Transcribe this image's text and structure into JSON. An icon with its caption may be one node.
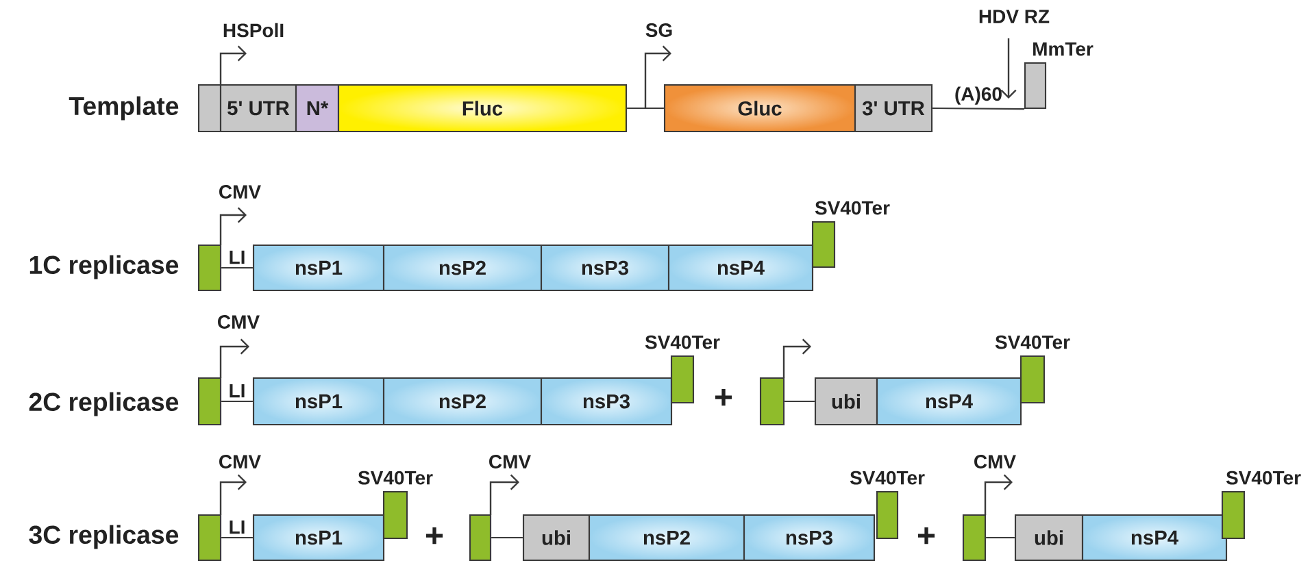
{
  "diagram": {
    "nodes": [
      {
        "text": [],
        "shape": "box"
      },
      {
        "text": [
          "5' UTR"
        ]
      },
      {
        "text": [
          "N*"
        ]
      },
      {
        "text": [
          "Fluc"
        ]
      },
      {
        "text": [
          "Gluc"
        ]
      },
      {
        "text": [
          "3' UTR"
        ]
      },
      {
        "text": [
          "MmTer"
        ]
      },
      {
        "text": [],
        "shape": "box"
      },
      {
        "text": [
          "nsP1"
        ]
      },
      {
        "text": [
          "nsP2"
        ]
      },
      {
        "text": [
          "nsP3"
        ]
      },
      {
        "text": [
          "nsP4"
        ]
      },
      {
        "text": [
          "SV40Ter"
        ]
      },
      {
        "text": [],
        "shape": "box"
      },
      {
        "text": [
          "nsP1"
        ]
      },
      {
        "text": [
          "nsP2"
        ]
      },
      {
        "text": [
          "nsP3"
        ]
      },
      {
        "text": [
          "SV40Ter"
        ]
      },
      {
        "text": [],
        "shape": "box"
      },
      {
        "text": [
          "ubi"
        ]
      },
      {
        "text": [
          "nsP4"
        ]
      },
      {
        "text": [
          "SV40Ter"
        ]
      },
      {
        "text": [],
        "shape": "box"
      },
      {
        "text": [
          "nsP1"
        ]
      },
      {
        "text": [
          "SV40Ter"
        ]
      },
      {
        "text": [],
        "shape": "box"
      },
      {
        "text": [
          "ubi"
        ]
      },
      {
        "text": [
          "nsP2"
        ]
      },
      {
        "text": [
          "nsP3"
        ]
      },
      {
        "text": [
          "SV40Ter"
        ]
      },
      {
        "text": [],
        "shape": "box"
      },
      {
        "text": [
          "ubi"
        ]
      },
      {
        "text": [
          "nsP4"
        ]
      },
      {
        "text": [
          "SV40Ter"
        ]
      }
    ],
    "edges": [
      {
        "from": 3,
        "to": 4,
        "arrow": "none"
      },
      {
        "from": 5,
        "to": 6,
        "arrow": "none",
        "label": "(A)60"
      },
      {
        "from": 7,
        "to": 8,
        "arrow": "none",
        "label": "LI"
      },
      {
        "from": 13,
        "to": 14,
        "arrow": "none",
        "label": "LI"
      },
      {
        "from": 18,
        "to": 19,
        "arrow": "none"
      },
      {
        "from": 22,
        "to": 23,
        "arrow": "none",
        "label": "LI"
      },
      {
        "from": 25,
        "to": 26,
        "arrow": "none"
      },
      {
        "from": 30,
        "to": 31,
        "arrow": "none"
      }
    ],
    "labels": [
      "HSPolI",
      "SG",
      "HDV RZ",
      "Template",
      "CMV",
      "1C replicase",
      "CMV",
      "2C replicase",
      "+",
      "CMV",
      "3C replicase",
      "+",
      "CMV",
      "+",
      "CMV"
    ]
  }
}
